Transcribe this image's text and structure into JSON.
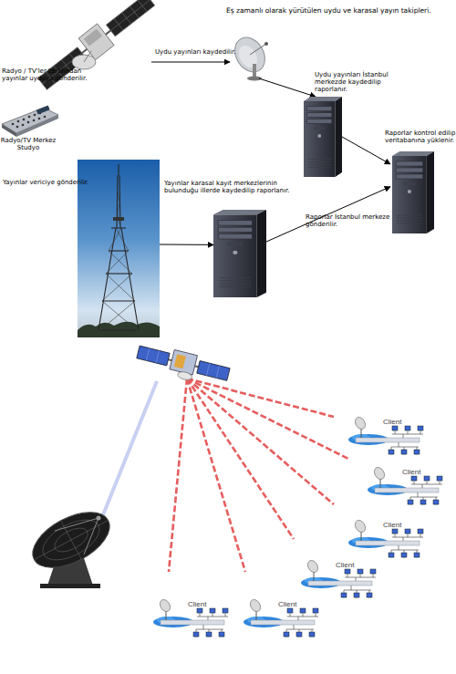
{
  "diagram": {
    "title": "Eş zamanlı olarak yürütülen uydu ve karasal yayın takipleri.",
    "nodes": [
      {
        "text": [
          "Radyo / TV'ler tarafından yayınlar uyduya gönderilir."
        ]
      },
      {
        "text": [
          "Radyo/TV Merkez Studyo"
        ]
      },
      {
        "text": [
          "Uydu yayınları İstanbul merkezde kaydedilip raporlanır."
        ]
      },
      {
        "text": [
          "Raporlar kontrol edilip veritabanına yüklenir."
        ]
      },
      {
        "text": [
          "Yayınlar vericiye gönderilir."
        ]
      },
      {
        "text": [
          "Yayınlar karasal kayıt merkezlerinin bulunduğu illerde kaydedilip raporlanır."
        ]
      },
      {
        "text": [
          "Client"
        ]
      },
      {
        "text": [
          "Client"
        ]
      },
      {
        "text": [
          "Client"
        ]
      },
      {
        "text": [
          "Client"
        ]
      },
      {
        "text": [
          "Client"
        ]
      },
      {
        "text": [
          "Client"
        ]
      }
    ],
    "edges": [
      {
        "from": 2,
        "to": 3,
        "arrow": "to"
      },
      {
        "from": 4,
        "to": 5,
        "arrow": "to"
      },
      {
        "from": 5,
        "to": 3,
        "label": "Raporlar İstanbul merkeze gönderilir.",
        "arrow": "to"
      }
    ],
    "labels": [
      "Uydu yayınları kaydedilir."
    ]
  }
}
